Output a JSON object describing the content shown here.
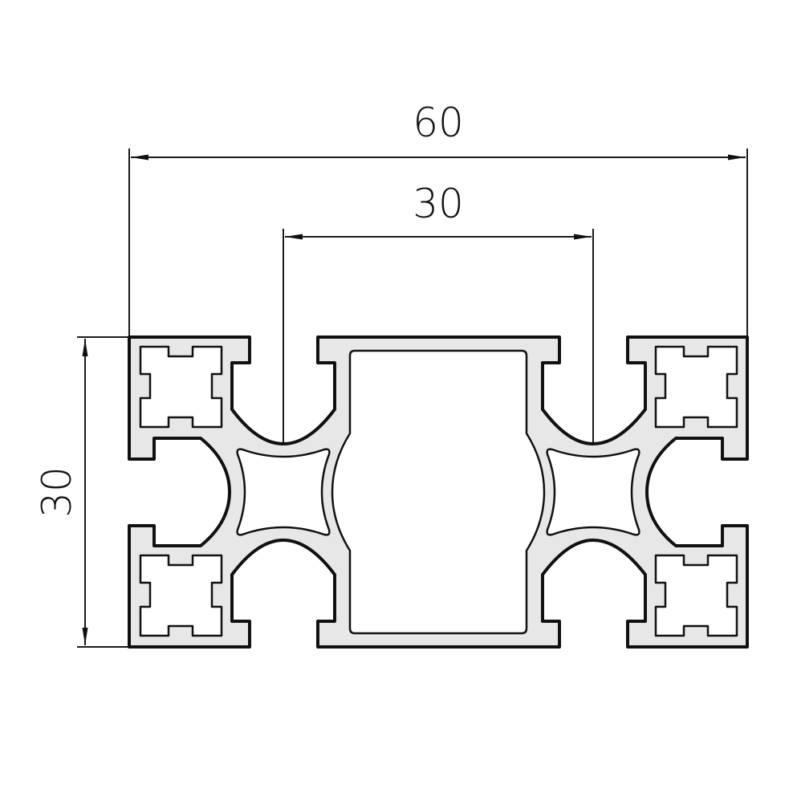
{
  "dimensions": {
    "overall_width": "60",
    "center_width": "30",
    "height": "30"
  },
  "colors": {
    "line": "#111111",
    "material": "#e7e7e7",
    "background": "#ffffff"
  }
}
